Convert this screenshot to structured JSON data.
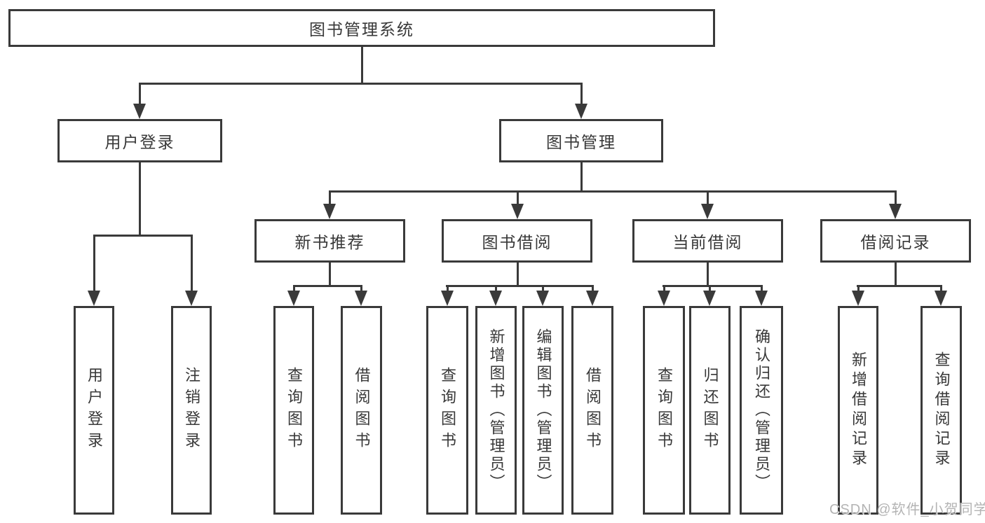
{
  "diagram": {
    "tree": {
      "label": "图书管理系统",
      "children": [
        {
          "label": "用户登录",
          "children": [
            {
              "label": "用户登录"
            },
            {
              "label": "注销登录"
            }
          ]
        },
        {
          "label": "图书管理",
          "children": [
            {
              "label": "新书推荐",
              "children": [
                {
                  "label": "查询图书"
                },
                {
                  "label": "借阅图书"
                }
              ]
            },
            {
              "label": "图书借阅",
              "children": [
                {
                  "label": "查询图书"
                },
                {
                  "label": "新增图书（管理员）"
                },
                {
                  "label": "编辑图书（管理员）"
                },
                {
                  "label": "借阅图书"
                }
              ]
            },
            {
              "label": "当前借阅",
              "children": [
                {
                  "label": "查询图书"
                },
                {
                  "label": "归还图书"
                },
                {
                  "label": "确认归还（管理员）"
                }
              ]
            },
            {
              "label": "借阅记录",
              "children": [
                {
                  "label": "新增借阅记录"
                },
                {
                  "label": "查询借阅记录"
                }
              ]
            }
          ]
        }
      ]
    },
    "colors": {
      "line": "#3a3a3a",
      "text": "#383838",
      "background": "#ffffff",
      "watermark": "#b4b4b4"
    }
  },
  "watermark": {
    "text": "CSDN @软件_小贺同学"
  }
}
